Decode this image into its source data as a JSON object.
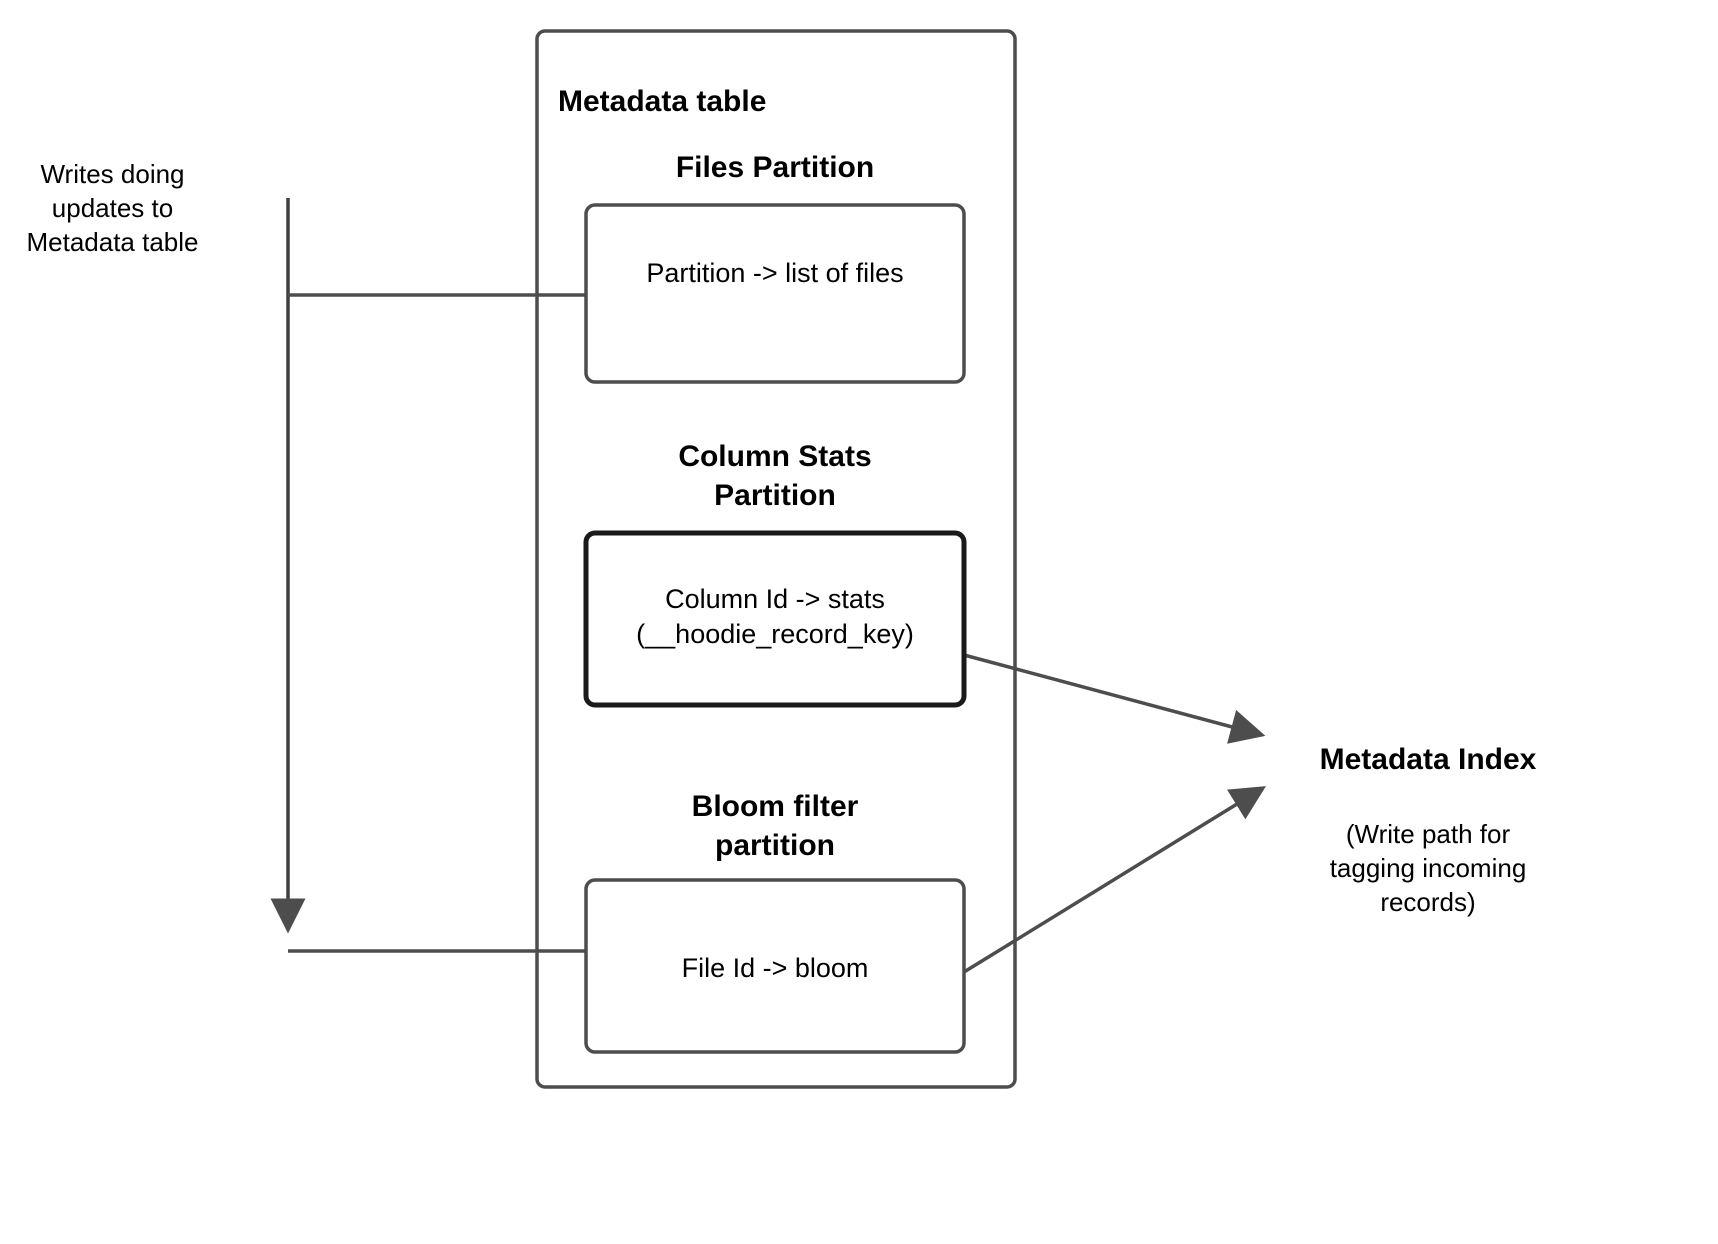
{
  "diagram": {
    "title_hidden": "",
    "colors": {
      "stroke_gray": "#4d4d4d",
      "stroke_black": "#1a1a1a",
      "text": "#000000",
      "background": "#ffffff"
    },
    "left_note": {
      "label": "Writes doing\nupdates to\nMetadata table"
    },
    "metadata_table": {
      "title": "Metadata table",
      "partitions": [
        {
          "name": "files-partition",
          "title": "Files Partition",
          "box_text": "Partition -> list of files"
        },
        {
          "name": "column-stats-partition",
          "title": "Column Stats\nPartition",
          "box_text": "Column Id  -> stats\n(__hoodie_record_key)"
        },
        {
          "name": "bloom-filter-partition",
          "title": "Bloom filter\npartition",
          "box_text": "File Id -> bloom"
        }
      ]
    },
    "metadata_index": {
      "title": "Metadata Index",
      "caption": "(Write path for\ntagging incoming\nrecords)"
    }
  }
}
